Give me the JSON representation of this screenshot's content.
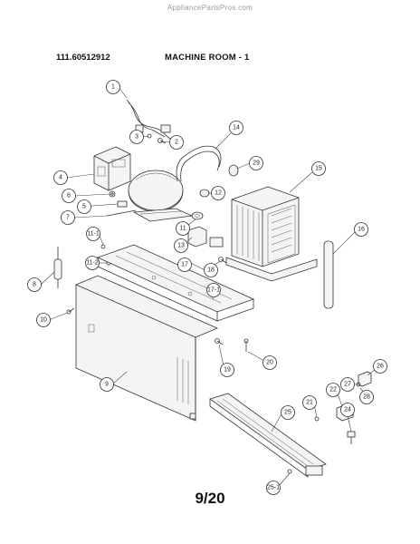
{
  "header": {
    "site": "AppliancePartsPros.com",
    "model_number": "111.60512912",
    "section_title": "MACHINE ROOM - 1"
  },
  "footer": {
    "page_indicator": "9/20"
  },
  "callouts": {
    "c1": "1",
    "c2": "2",
    "c3": "3",
    "c4": "4",
    "c5": "5",
    "c6": "6",
    "c7": "7",
    "c8": "8",
    "c9": "9",
    "c10": "10",
    "c11": "11",
    "c11_1": "11-1",
    "c11_2": "11-2",
    "c12": "12",
    "c13": "13",
    "c14": "14",
    "c15": "15",
    "c16": "16",
    "c17": "17",
    "c17_1": "17-1",
    "c18": "18",
    "c19": "19",
    "c20": "20",
    "c21": "21",
    "c22": "22",
    "c24": "24",
    "c25": "25",
    "c25_1": "25-1",
    "c26": "26",
    "c27": "27",
    "c28": "28",
    "c29": "29"
  }
}
